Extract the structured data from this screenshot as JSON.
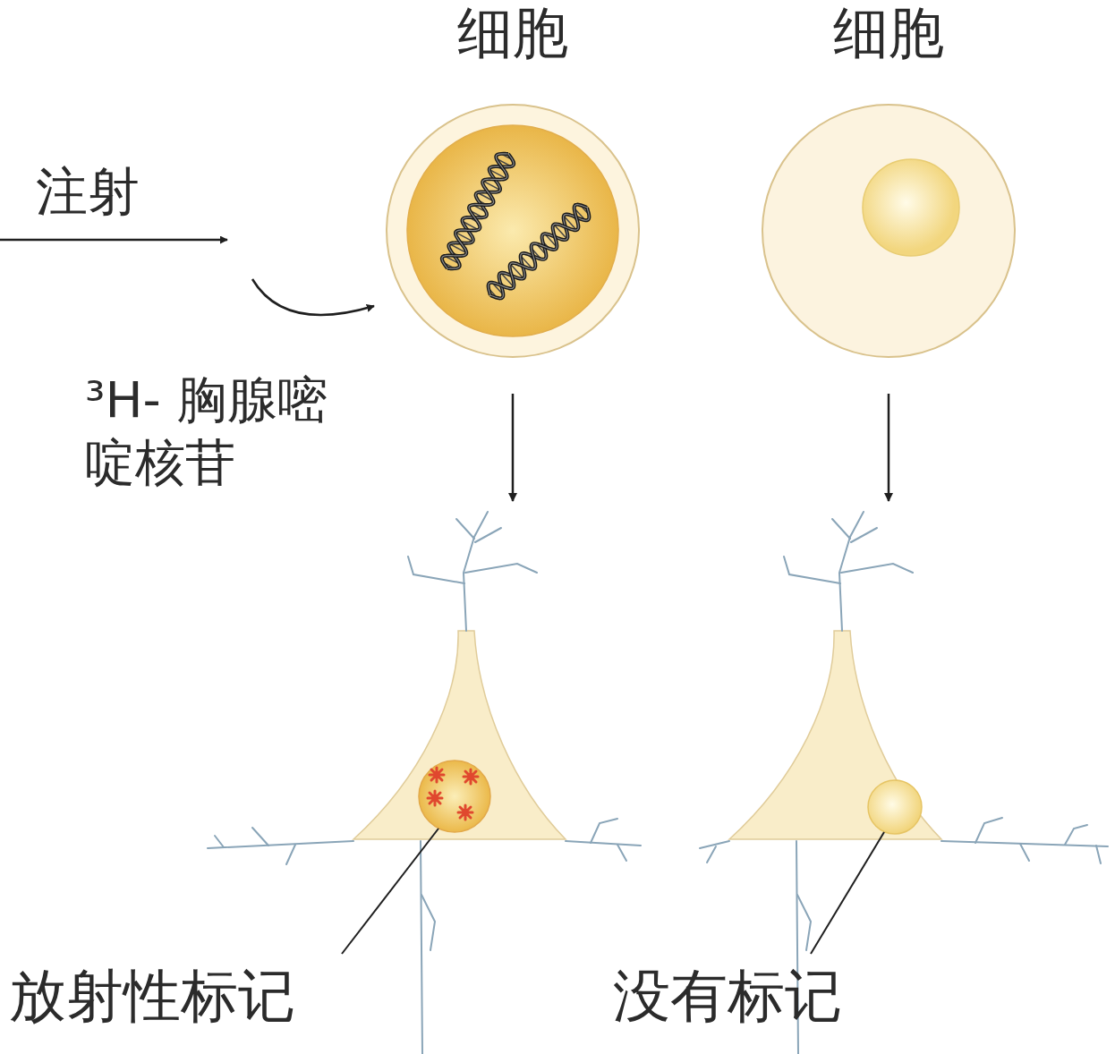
{
  "diagram": {
    "nodes": [
      {
        "text": [
          "细胞"
        ]
      },
      {
        "text": [
          "细胞"
        ]
      },
      {
        "text": [
          "放射性标记"
        ]
      },
      {
        "text": [
          "没有标记"
        ]
      }
    ],
    "edges": [
      {
        "from": 0,
        "to": 2,
        "arrow": "to"
      },
      {
        "from": 1,
        "to": 3,
        "arrow": "to"
      }
    ],
    "labels": [
      "注射",
      "³H- 胸腺嘧啶核苷"
    ]
  }
}
